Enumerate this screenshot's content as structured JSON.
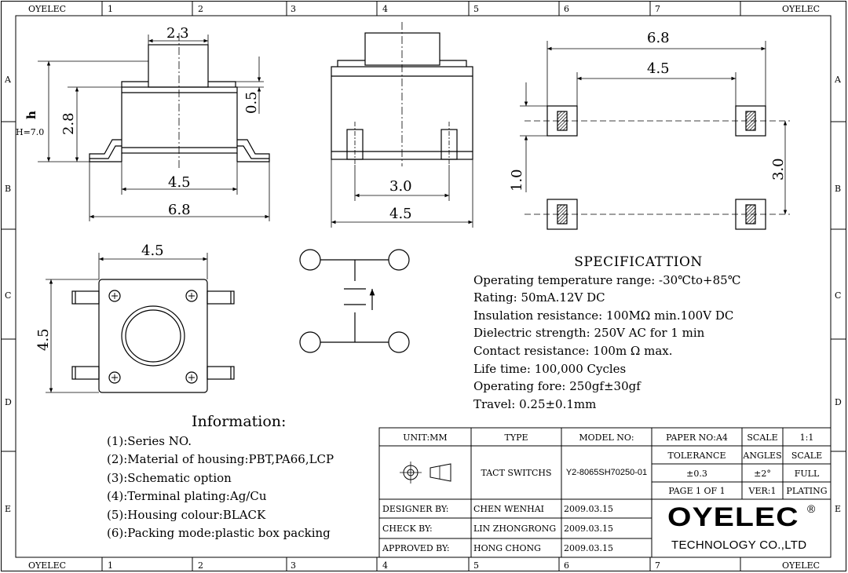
{
  "frame": {
    "corner_label": "OYELEC",
    "columns": [
      "1",
      "2",
      "3",
      "4",
      "5",
      "6",
      "7"
    ],
    "rows": [
      "A",
      "B",
      "C",
      "D",
      "E"
    ]
  },
  "views": {
    "side": {
      "h_label": "h",
      "h_value": "H=7.0",
      "top_width": "2.3",
      "height": "2.8",
      "offset": "0.5",
      "inner_width": "4.5",
      "outer_width": "6.8"
    },
    "front": {
      "pin_gap": "3.0",
      "width": "4.5"
    },
    "footprint": {
      "outer": "6.8",
      "inner": "4.5",
      "pad_height": "1.0",
      "pitch": "3.0"
    },
    "top": {
      "width": "4.5",
      "height": "4.5"
    }
  },
  "specification": {
    "title": "SPECIFICATTION",
    "lines": [
      "Operating temperature range: -30℃to+85℃",
      "Rating: 50mA.12V DC",
      "Insulation resistance: 100MΩ min.100V DC",
      "Dielectric strength: 250V AC for 1 min",
      "Contact resistance: 100m Ω max.",
      "Life time: 100,000 Cycles",
      "Operating fore: 250gf±30gf",
      "Travel: 0.25±0.1mm"
    ]
  },
  "information": {
    "title": "Information:",
    "items": [
      "(1):Series NO.",
      "(2):Material of housing:PBT,PA66,LCP",
      "(3):Schematic option",
      "(4):Terminal plating:Ag/Cu",
      "(5):Housing colour:BLACK",
      "(6):Packing mode:plastic box packing"
    ]
  },
  "title_block": {
    "unit": "UNIT:MM",
    "type_header": "TYPE",
    "model_header": "MODEL NO:",
    "paper": "PAPER NO:A4",
    "scale_header": "SCALE",
    "scale_value": "1:1",
    "type_value": "TACT SWITCHS",
    "model_value": "Y2-8065SH70250-01",
    "tolerance_header": "TOLERANCE",
    "angles_header": "ANGLES",
    "scale2_header": "SCALE",
    "tolerance_value": "±0.3",
    "angles_value": "±2°",
    "scale2_value": "FULL",
    "page": "PAGE 1 OF 1",
    "version": "VER:1",
    "plating": "PLATING",
    "designer_label": "DESIGNER BY:",
    "designer_name": "CHEN WENHAI",
    "designer_date": "2009.03.15",
    "check_label": "CHECK BY:",
    "check_name": "LIN ZHONGRONG",
    "check_date": "2009.03.15",
    "approved_label": "APPROVED BY:",
    "approved_name": "HONG CHONG",
    "approved_date": "2009.03.15",
    "logo": "OYELEC",
    "logo_mark": "®",
    "company": "TECHNOLOGY CO.,LTD"
  }
}
